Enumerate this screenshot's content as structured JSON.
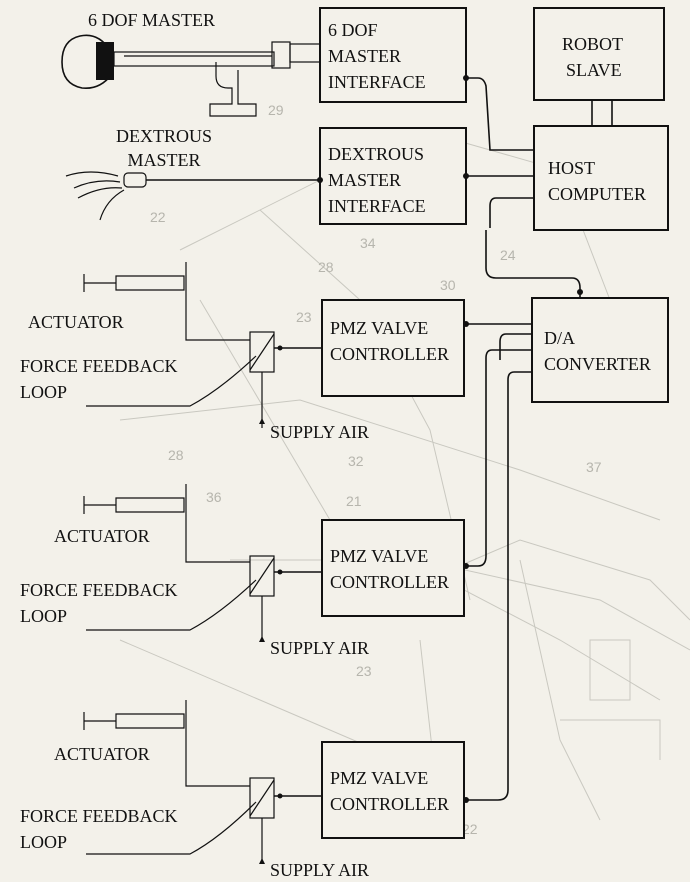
{
  "labels": {
    "six_dof_master": "6 DOF MASTER",
    "six_dof_interface": [
      "6 DOF",
      "MASTER",
      "INTERFACE"
    ],
    "robot_slave": [
      "ROBOT",
      "SLAVE"
    ],
    "dextrous_master": [
      "DEXTROUS",
      "MASTER"
    ],
    "dextrous_interface": [
      "DEXTROUS",
      "MASTER",
      "INTERFACE"
    ],
    "host_computer": [
      "HOST",
      "COMPUTER"
    ],
    "da_converter": [
      "D/A",
      "CONVERTER"
    ],
    "pmz_valve_controller": [
      "PMZ VALVE",
      "CONTROLLER"
    ],
    "actuator": "ACTUATOR",
    "force_feedback_loop": [
      "FORCE FEEDBACK",
      "LOOP"
    ],
    "supply_air": "SUPPLY AIR"
  },
  "channel_count": 3,
  "background_numbers": [
    "29",
    "22",
    "34",
    "28",
    "24",
    "30",
    "23",
    "32",
    "21",
    "36",
    "28",
    "37",
    "23",
    "22"
  ]
}
